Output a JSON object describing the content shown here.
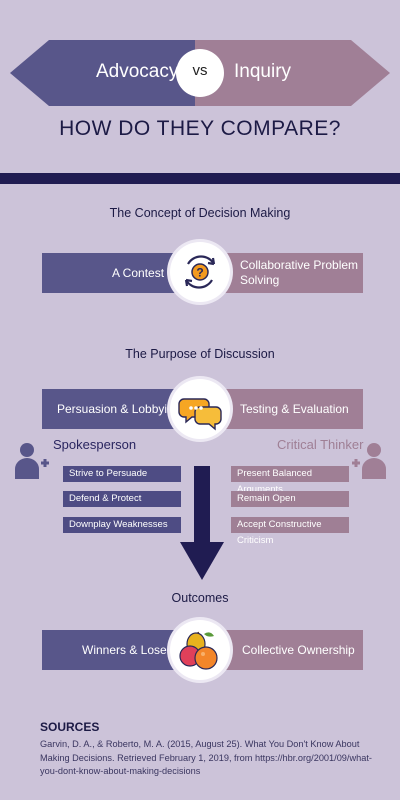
{
  "header": {
    "left_label": "Advocacy",
    "vs_label": "vs",
    "right_label": "Inquiry",
    "title": "HOW DO THEY COMPARE?"
  },
  "concept": {
    "heading": "The Concept of Decision Making",
    "left": "A Contest",
    "right_line1": "Collaborative Problem",
    "right_line2": "Solving",
    "hub_icon": "cycle-question-icon",
    "hub_symbol": "?"
  },
  "purpose": {
    "heading": "The Purpose of Discussion",
    "left": "Persuasion & Lobbying",
    "right": "Testing & Evaluation",
    "hub_icon": "speech-bubbles-icon",
    "left_role": "Spokesperson",
    "right_role": "Critical Thinker",
    "left_items": [
      "Strive to Persuade",
      "Defend & Protect",
      "Downplay Weaknesses"
    ],
    "right_items": [
      "Present Balanced Arguments",
      "Remain Open",
      "Accept Constructive Criticism"
    ]
  },
  "outcomes": {
    "heading": "Outcomes",
    "left": "Winners & Losers",
    "right": "Collective Ownership",
    "hub_icon": "fruit-basket-icon"
  },
  "sources": {
    "heading": "SOURCES",
    "text": "Garvin, D. A., & Roberto, M. A. (2015, August 25). What You Don't Know About Making Decisions. Retrieved February 1, 2019, from https://hbr.org/2001/09/what-you-dont-know-about-making-decisions"
  },
  "colors": {
    "advocacy": "#58568a",
    "inquiry": "#a07f96",
    "navy": "#201c52",
    "background": "#ccc3d9",
    "accent_orange": "#f39a1f"
  }
}
